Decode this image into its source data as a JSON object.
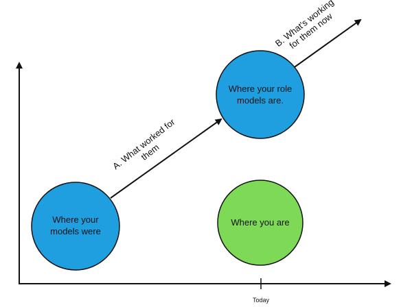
{
  "axis": {
    "x_tick_label": "Today"
  },
  "circles": {
    "past_models": {
      "line1": "Where your",
      "line2": "models were",
      "color": "#1f9fe0"
    },
    "role_models": {
      "line1": "Where your role",
      "line2": "models are.",
      "color": "#1f9fe0"
    },
    "you": {
      "line1": "Where you are",
      "color": "#7ed957"
    }
  },
  "arrows": {
    "a": {
      "line1": "A. What worked for",
      "line2": "them"
    },
    "b": {
      "line1": "B. What's working",
      "line2": "for them now"
    }
  },
  "colors": {
    "stroke": "#111111",
    "blue": "#1f9fe0",
    "green": "#7ed957"
  }
}
